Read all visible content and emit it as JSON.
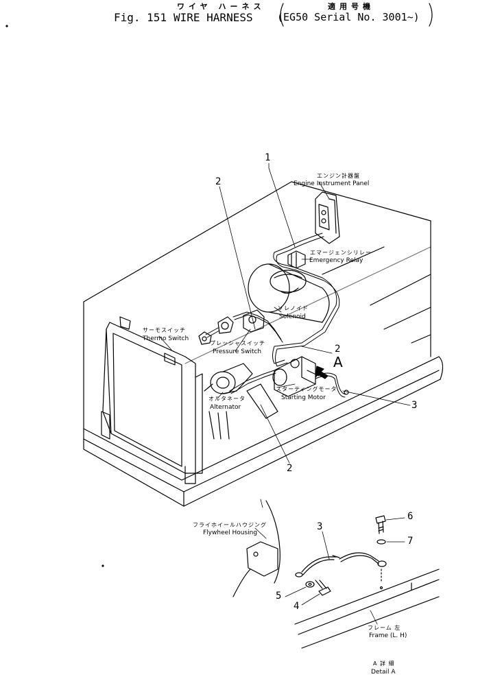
{
  "header": {
    "jp_title": "ワイヤ ハーネス",
    "jp_applicable": "適用号機",
    "fig_no": "Fig. 151",
    "title": "WIRE HARNESS",
    "serial": "(EG50 Serial No. 3001~)"
  },
  "labels": {
    "engine_panel_jp": "エンジン計器盤",
    "engine_panel_en": "Engine Instrument Panel",
    "emergency_relay_jp": "エマージェンシリレー",
    "emergency_relay_en": "Emergency Relay",
    "solenoid_jp": "ソレノイド",
    "solenoid_en": "Solenoid",
    "thermo_switch_jp": "サーモスイッチ",
    "thermo_switch_en": "Thermo Switch",
    "pressure_switch_jp": "プレッシャスイッチ",
    "pressure_switch_en": "Pressure Switch",
    "starting_motor_jp": "スターティングモータ",
    "starting_motor_en": "Starting Motor",
    "alternator_jp": "オルタネータ",
    "alternator_en": "Alternator",
    "flywheel_jp": "フライホイールハウジング",
    "flywheel_en": "Flywheel Housing",
    "frame_jp": "フレーム 左",
    "frame_en": "Frame (L. H)",
    "detail_jp": "A 詳 細",
    "detail_en": "Detail A",
    "arrow_a": "A"
  },
  "callouts": {
    "c1": "1",
    "c2_top": "2",
    "c2_mid": "2",
    "c2_bottom": "2",
    "c3_top": "3",
    "c3_detail": "3",
    "c4": "4",
    "c5": "5",
    "c6": "6",
    "c7": "7"
  }
}
